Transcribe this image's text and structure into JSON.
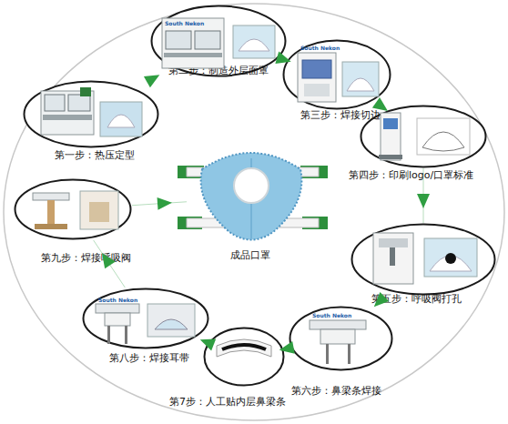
{
  "diagram": {
    "nodes": [
      {
        "text": [
          "第一步：热压定型"
        ]
      },
      {
        "text": [
          "第二步：制造外层面罩"
        ]
      },
      {
        "text": [
          "第三步：焊接切边"
        ]
      },
      {
        "text": [
          "第四步：印刷logo/口罩标准"
        ]
      },
      {
        "text": [
          "第五步：呼吸阀打孔"
        ]
      },
      {
        "text": [
          "第六步：鼻梁条焊接"
        ]
      },
      {
        "text": [
          "第7步：人工贴内层鼻梁条"
        ]
      },
      {
        "text": [
          "第八步：焊接耳带"
        ]
      },
      {
        "text": [
          "第九步：焊接呼吸阀"
        ]
      },
      {
        "text": [
          "成品口罩"
        ]
      }
    ],
    "edges": [
      {
        "from": 0,
        "to": 1,
        "arrow": "to"
      },
      {
        "from": 1,
        "to": 2,
        "arrow": "to"
      },
      {
        "from": 2,
        "to": 3,
        "arrow": "to"
      },
      {
        "from": 3,
        "to": 4,
        "arrow": "to"
      },
      {
        "from": 4,
        "to": 5,
        "arrow": "to"
      },
      {
        "from": 5,
        "to": 6,
        "arrow": "to"
      },
      {
        "from": 6,
        "to": 7,
        "arrow": "to"
      },
      {
        "from": 7,
        "to": 8,
        "arrow": "to"
      },
      {
        "from": 8,
        "to": 9,
        "arrow": "to"
      }
    ],
    "labels": [
      "South Nekon",
      "South Nekon",
      "South Nekon",
      "South Nekon"
    ]
  }
}
